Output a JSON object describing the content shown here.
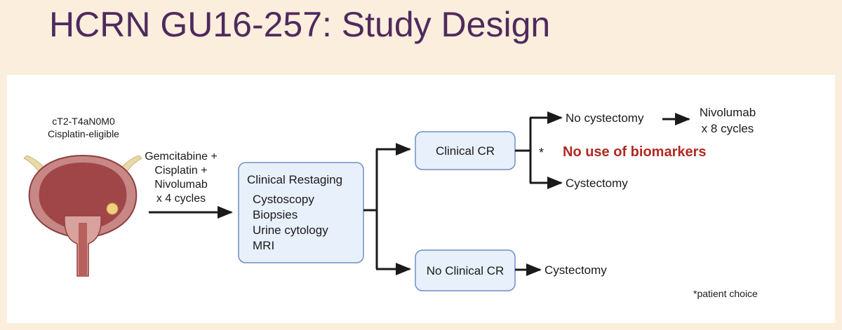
{
  "slide": {
    "title": "HCRN GU16-257: Study Design"
  },
  "diagram": {
    "eligibility": {
      "line1": "cT2-T4aN0M0",
      "line2": "Cisplatin-eligible"
    },
    "treatment": {
      "line1": "Gemcitabine +",
      "line2": "Cisplatin +",
      "line3": "Nivolumab",
      "line4": "x 4 cycles"
    },
    "restaging": {
      "title": "Clinical Restaging",
      "items": [
        "Cystoscopy",
        "Biopsies",
        "Urine cytology",
        "MRI"
      ]
    },
    "clinical_cr": {
      "label": "Clinical CR"
    },
    "no_clinical_cr": {
      "label": "No Clinical CR"
    },
    "no_cystectomy": {
      "label": "No cystectomy"
    },
    "nivolumab_followup": {
      "line1": "Nivolumab",
      "line2": "x 8 cycles"
    },
    "cystectomy_upper": {
      "label": "Cystectomy"
    },
    "cystectomy_lower": {
      "label": "Cystectomy"
    },
    "asterisk": "*",
    "biomarkers_note": "No use of biomarkers",
    "footnote": "*patient choice",
    "colors": {
      "title": "#4f2a5d",
      "box_fill": "#e8f0fb",
      "box_stroke": "#6f8fc7",
      "alert": "#b02a22",
      "bladder": "#a04648"
    }
  }
}
